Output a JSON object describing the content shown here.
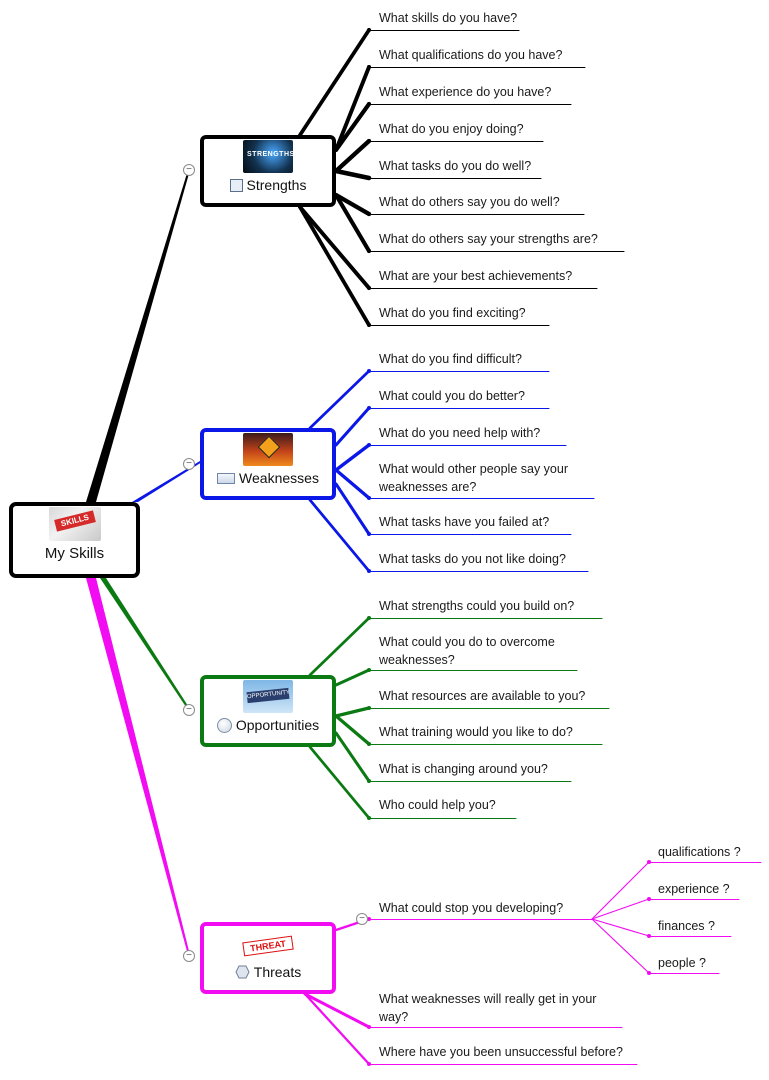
{
  "central": {
    "label": "My Skills",
    "icon": "skills-photo-icon"
  },
  "branches": [
    {
      "key": "strengths",
      "label": "Strengths",
      "color": "#000000",
      "marker": "task-checkbox-icon",
      "icon": "strengths-photo-icon",
      "questions": [
        "What skills do you have?",
        "What qualifications do you have?",
        "What experience do you have?",
        "What do you enjoy doing?",
        "What tasks do you do well?",
        "What do others say you do well?",
        "What do others say your strengths are?",
        "What are your best achievements?",
        "What do you find exciting?"
      ]
    },
    {
      "key": "weaknesses",
      "label": "Weaknesses",
      "color": "#0a17e6",
      "marker": "rectangle-shape-icon",
      "icon": "weaknesses-sign-icon",
      "questions": [
        "What do you find difficult?",
        "What could you do better?",
        "What do you need help with?",
        "What would other people say your weaknesses are?",
        "What tasks have you failed at?",
        "What tasks do you not like doing?"
      ]
    },
    {
      "key": "opportunities",
      "label": "Opportunities",
      "color": "#0b7a12",
      "marker": "circle-shape-icon",
      "icon": "opportunity-sign-icon",
      "questions": [
        "What strengths could you build on?",
        "What could you do to overcome weaknesses?",
        "What resources are available to you?",
        "What training would you like to do?",
        "What is changing around you?",
        "Who could help you?"
      ]
    },
    {
      "key": "threats",
      "label": "Threats",
      "color": "#f20cf2",
      "marker": "hexagon-shape-icon",
      "icon": "threat-stamp-icon",
      "stamp_text": "THREAT",
      "questions": [
        "What could stop you developing?",
        "What weaknesses will really get in your way?",
        "Where have you been unsuccessful before?"
      ],
      "sub_questions": [
        "qualifications ?",
        "experience ?",
        "finances ?",
        "people ?"
      ]
    }
  ],
  "collapse_symbol": "−"
}
